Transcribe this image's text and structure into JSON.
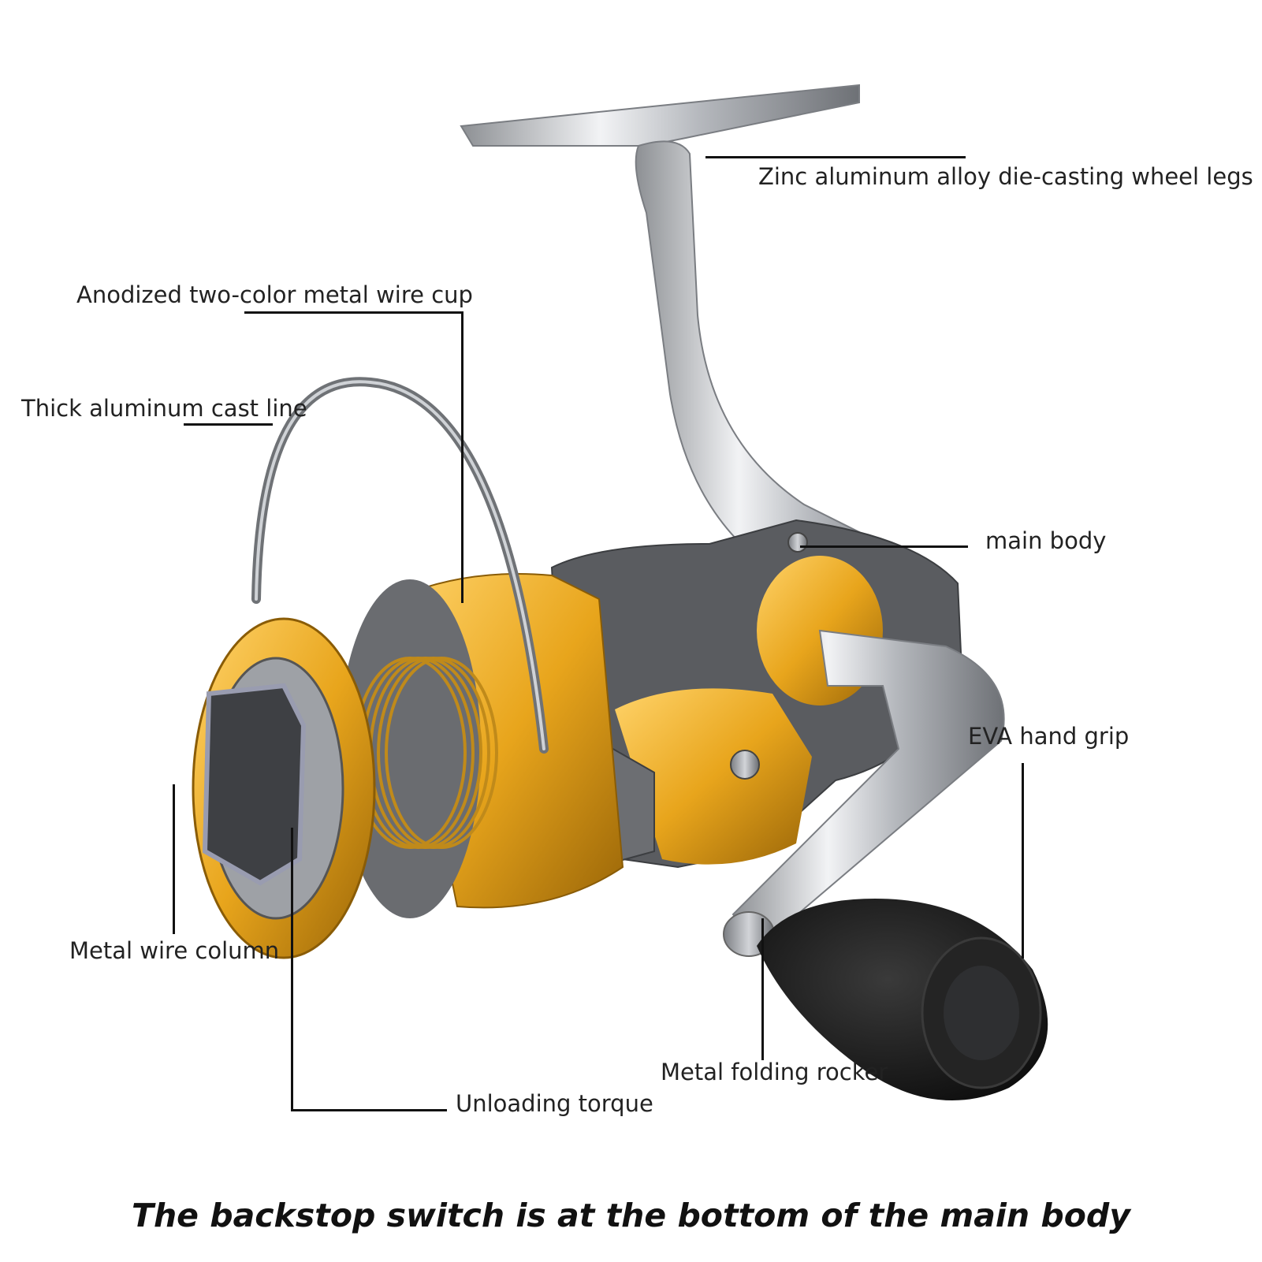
{
  "labels": {
    "wheel_legs": "Zinc aluminum alloy die-casting wheel legs",
    "wire_cup": "Anodized two-color metal wire cup",
    "cast_line": "Thick aluminum cast line",
    "main_body": "main body",
    "hand_grip": "EVA hand grip",
    "wire_column": "Metal wire column",
    "folding_rocker": "Metal folding rocker",
    "unloading_torque": "Unloading torque"
  },
  "caption": "The backstop switch is at the bottom of the main body",
  "colors": {
    "gold": "#e8a51c",
    "silver": "#c9ccd0",
    "gunmetal": "#5a5c60",
    "black_grip": "#1a1a1a",
    "leader_line": "#111111"
  }
}
